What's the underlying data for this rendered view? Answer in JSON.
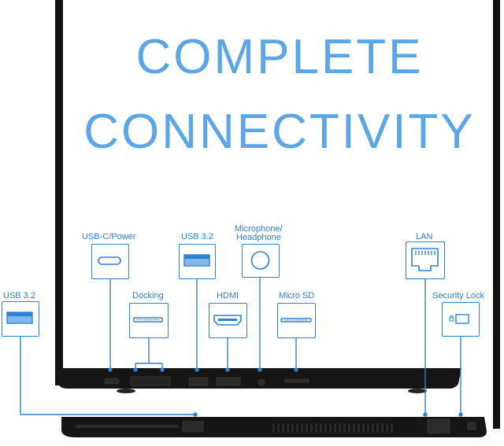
{
  "headline": {
    "line1": "COMPLETE",
    "line2": "CONNECTIVITY"
  },
  "ports": {
    "usbc_power": "USB-C/Power",
    "docking": "Docking",
    "usb32_top": "USB 3.2",
    "hdmi": "HDMI",
    "mic_headphone_1": "Microphone/",
    "mic_headphone_2": "Headphone",
    "micro_sd": "Micro SD",
    "lan": "LAN",
    "security_lock": "Security Lock",
    "usb32_left": "USB 3.2"
  },
  "colors": {
    "accent": "#2f82d0",
    "headline": "#5aa6e6",
    "laptop": "#121212"
  }
}
